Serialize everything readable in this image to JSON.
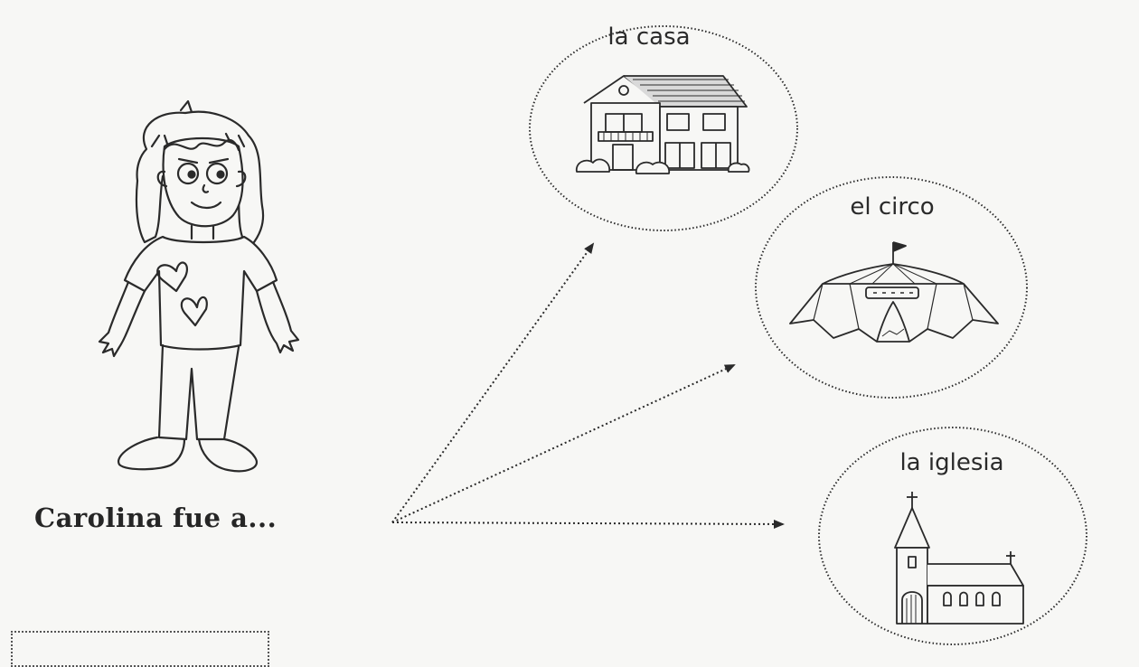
{
  "sentence": "Carolina fue a...",
  "places": [
    {
      "label": "la casa",
      "icon": "house-icon"
    },
    {
      "label": "el circo",
      "icon": "circus-tent-icon"
    },
    {
      "label": "la iglesia",
      "icon": "church-icon"
    }
  ],
  "character": "girl",
  "colors": {
    "ink": "#2a2a2a",
    "background": "#f7f7f5"
  }
}
